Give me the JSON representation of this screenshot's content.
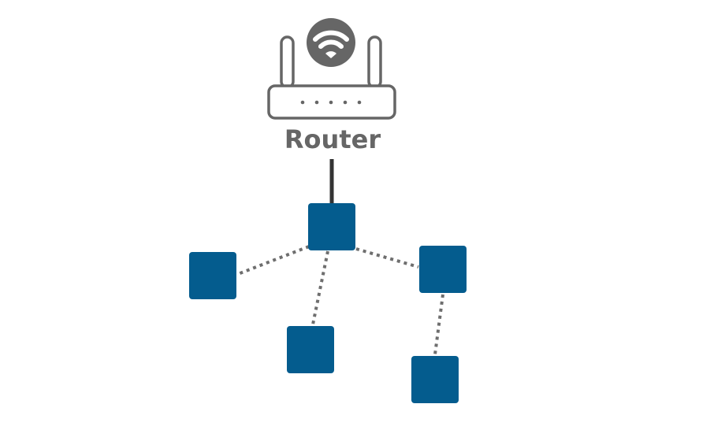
{
  "diagram": {
    "type": "network-topology",
    "router": {
      "label": "Router",
      "icon": "wifi-router-icon",
      "status_lights": 5
    },
    "colors": {
      "icon_gray": "#666666",
      "uplink": "#333333",
      "node_fill": "#045C8E",
      "wireless_link": "#6E6E6E",
      "background": "#FFFFFF"
    },
    "nodes": [
      {
        "id": "hub",
        "role": "root"
      },
      {
        "id": "node-left",
        "role": "leaf"
      },
      {
        "id": "node-bottom-center",
        "role": "leaf"
      },
      {
        "id": "node-right",
        "role": "relay"
      },
      {
        "id": "node-bottom-right",
        "role": "leaf"
      }
    ],
    "links": [
      {
        "from": "router",
        "to": "hub",
        "style": "wired"
      },
      {
        "from": "hub",
        "to": "node-left",
        "style": "wireless"
      },
      {
        "from": "hub",
        "to": "node-bottom-center",
        "style": "wireless"
      },
      {
        "from": "hub",
        "to": "node-right",
        "style": "wireless"
      },
      {
        "from": "node-right",
        "to": "node-bottom-right",
        "style": "wireless"
      }
    ]
  }
}
